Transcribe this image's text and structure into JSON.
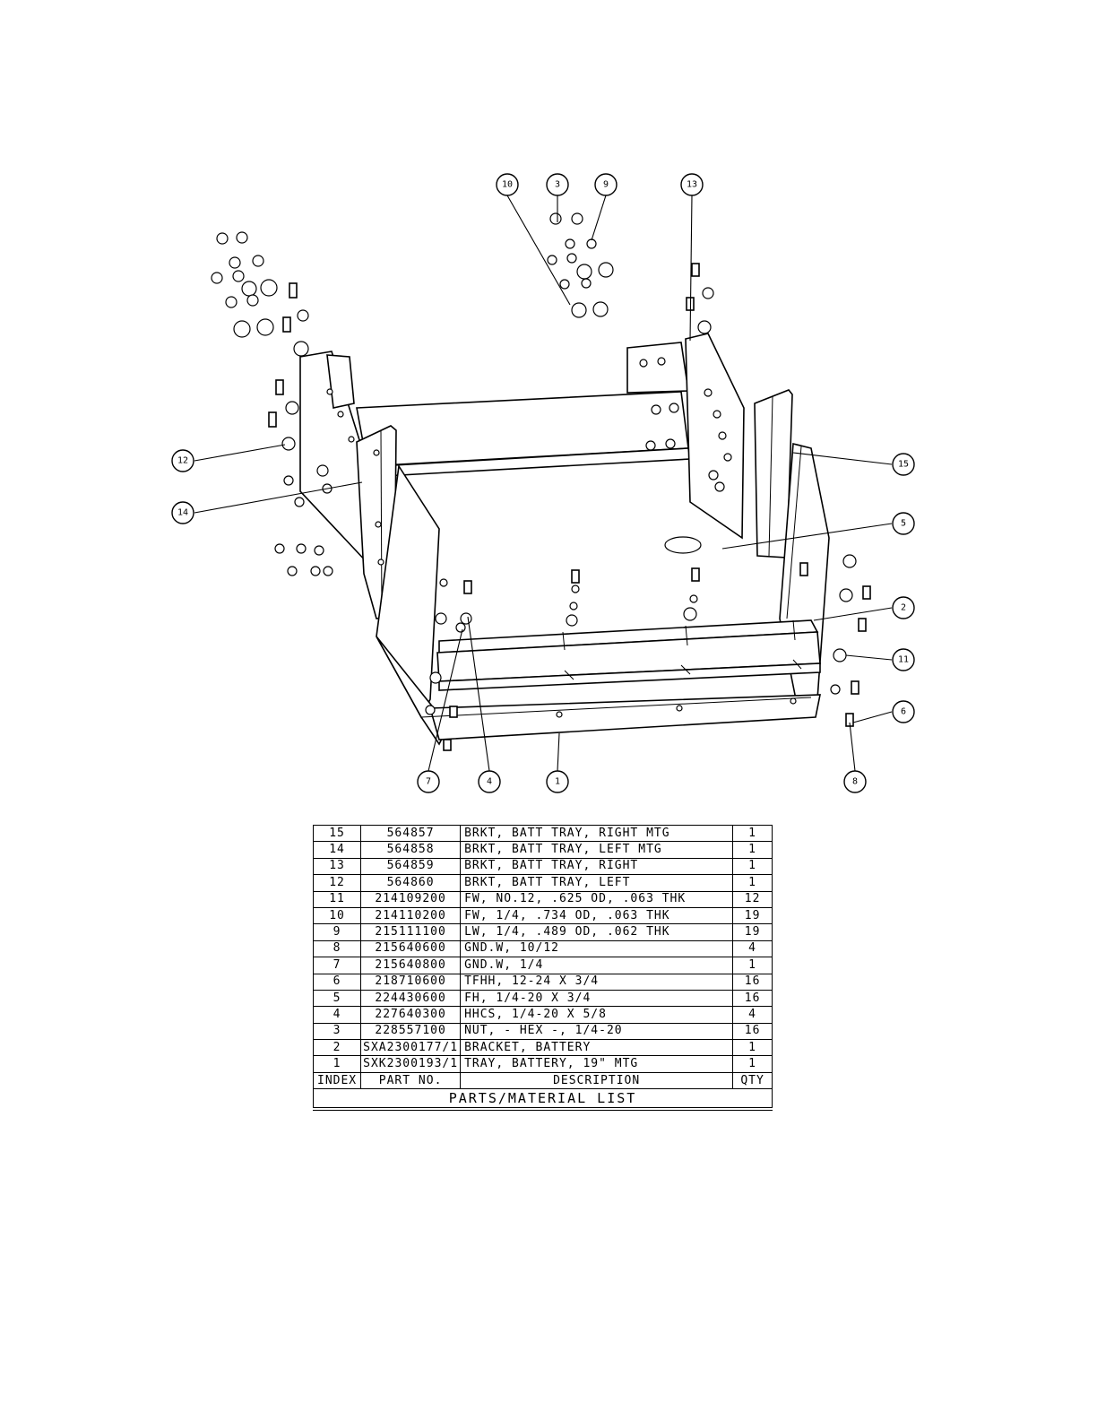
{
  "balloons": [
    {
      "number": "10"
    },
    {
      "number": "3"
    },
    {
      "number": "9"
    },
    {
      "number": "13"
    },
    {
      "number": "12"
    },
    {
      "number": "14"
    },
    {
      "number": "15"
    },
    {
      "number": "5"
    },
    {
      "number": "2"
    },
    {
      "number": "11"
    },
    {
      "number": "6"
    },
    {
      "number": "7"
    },
    {
      "number": "4"
    },
    {
      "number": "1"
    },
    {
      "number": "8"
    }
  ],
  "parts_list": {
    "title": "PARTS/MATERIAL LIST",
    "headers": {
      "index": "INDEX",
      "part_no": "PART NO.",
      "description": "DESCRIPTION",
      "qty": "QTY"
    },
    "rows": [
      {
        "index": "15",
        "part_no": "564857",
        "description": "BRKT, BATT TRAY, RIGHT MTG",
        "qty": "1"
      },
      {
        "index": "14",
        "part_no": "564858",
        "description": "BRKT, BATT TRAY, LEFT MTG",
        "qty": "1"
      },
      {
        "index": "13",
        "part_no": "564859",
        "description": "BRKT, BATT TRAY, RIGHT",
        "qty": "1"
      },
      {
        "index": "12",
        "part_no": "564860",
        "description": "BRKT, BATT TRAY, LEFT",
        "qty": "1"
      },
      {
        "index": "11",
        "part_no": "214109200",
        "description": "FW, NO.12, .625 OD, .063 THK",
        "qty": "12"
      },
      {
        "index": "10",
        "part_no": "214110200",
        "description": "FW, 1/4, .734 OD, .063 THK",
        "qty": "19"
      },
      {
        "index": "9",
        "part_no": "215111100",
        "description": "LW, 1/4, .489 OD, .062 THK",
        "qty": "19"
      },
      {
        "index": "8",
        "part_no": "215640600",
        "description": "GND.W, 10/12",
        "qty": "4"
      },
      {
        "index": "7",
        "part_no": "215640800",
        "description": "GND.W, 1/4",
        "qty": "1"
      },
      {
        "index": "6",
        "part_no": "218710600",
        "description": "TFHH, 12-24 X 3/4",
        "qty": "16"
      },
      {
        "index": "5",
        "part_no": "224430600",
        "description": "FH, 1/4-20 X 3/4",
        "qty": "16"
      },
      {
        "index": "4",
        "part_no": "227640300",
        "description": "HHCS, 1/4-20 X 5/8",
        "qty": "4"
      },
      {
        "index": "3",
        "part_no": "228557100",
        "description": "NUT, - HEX -, 1/4-20",
        "qty": "16"
      },
      {
        "index": "2",
        "part_no": "SXA2300177/1",
        "description": "BRACKET, BATTERY",
        "qty": "1"
      },
      {
        "index": "1",
        "part_no": "SXK2300193/1",
        "description": "TRAY, BATTERY, 19\" MTG",
        "qty": "1"
      }
    ]
  }
}
